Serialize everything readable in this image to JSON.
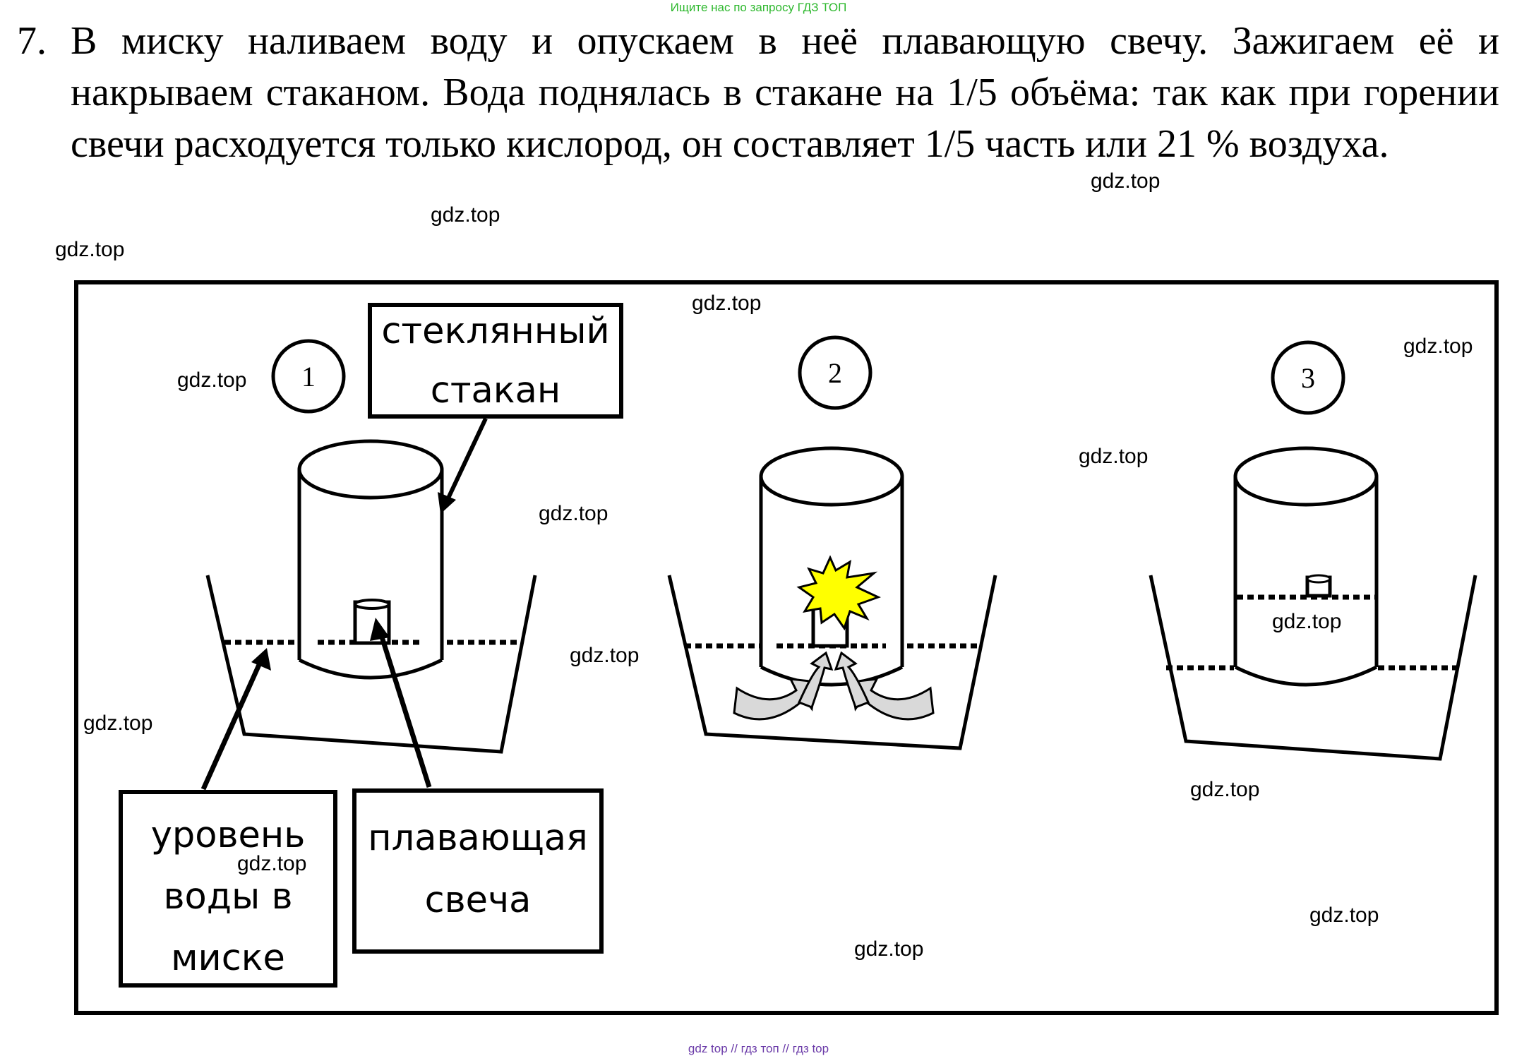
{
  "header": {
    "banner": "Ищите нас по запросу ГДЗ ТОП"
  },
  "task": {
    "number": "7.",
    "text": "В миску наливаем воду и опускаем в неё плавающую свечу. Зажигаем её и накрываем стаканом. Вода поднялась в стакане на 1/5 объёма: так как при горении свечи расходуется только кислород, он составляет 1/5 часть или 21 % воздуха."
  },
  "figure": {
    "steps": [
      "1",
      "2",
      "3"
    ],
    "labels": {
      "glass_line1": "стеклянный",
      "glass_line2": "стакан",
      "water_line1": "уровень",
      "water_line2": "воды в",
      "water_line3": "миске",
      "candle_line1": "плавающая",
      "candle_line2": "свеча"
    },
    "colors": {
      "flame": "#ffff00",
      "arrow_fill": "#d9d9d9"
    }
  },
  "watermarks": {
    "w1": "gdz.top",
    "w2": "gdz.top",
    "w3": "gdz.top",
    "w4": "gdz.top",
    "w5": "gdz.top",
    "w6": "gdz.top",
    "w7": "gdz.top",
    "w8": "gdz.top",
    "w9": "gdz.top",
    "w10": "gdz.top",
    "w11": "gdz.top",
    "w12": "gdz.top",
    "w13": "gdz.top",
    "w14": "gdz.top",
    "w15": "gdz.top"
  },
  "footer": {
    "banner": "gdz top  //  гдз топ  //  гдз top"
  }
}
